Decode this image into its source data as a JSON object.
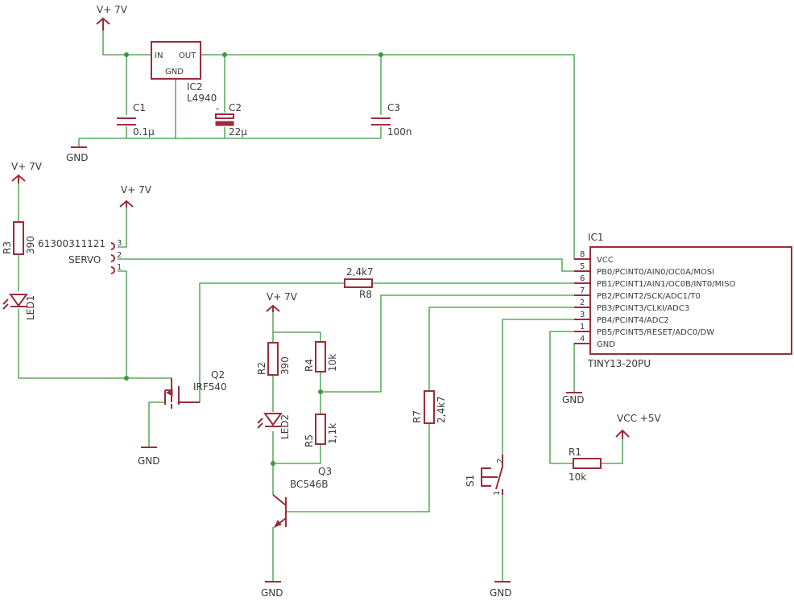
{
  "power": {
    "v7_label": "V+ 7V",
    "vcc5_label": "VCC +5V",
    "gnd_label": "GND"
  },
  "ic2": {
    "ref": "IC2",
    "value": "L4940",
    "pin_in": "IN",
    "pin_out": "OUT",
    "pin_gnd": "GND"
  },
  "c1": {
    "ref": "C1",
    "value": "0.1µ"
  },
  "c2": {
    "ref": "C2",
    "value": "22µ",
    "polarity": "-"
  },
  "c3": {
    "ref": "C3",
    "value": "100n"
  },
  "r1": {
    "ref": "R1",
    "value": "10k"
  },
  "r2": {
    "ref": "R2",
    "value": "390"
  },
  "r3": {
    "ref": "R3",
    "value": "390"
  },
  "r4": {
    "ref": "R4",
    "value": "10k"
  },
  "r5": {
    "ref": "R5",
    "value": "1,1k"
  },
  "r7": {
    "ref": "R7",
    "value": "2,4k7"
  },
  "r8": {
    "ref": "R8",
    "value": "2,4k7"
  },
  "led1": {
    "ref": "LED1"
  },
  "led2": {
    "ref": "LED2"
  },
  "q2": {
    "ref": "Q2",
    "value": "IRF540"
  },
  "q3": {
    "ref": "Q3",
    "value": "BC546B"
  },
  "s1": {
    "ref": "S1",
    "pin1": "1",
    "pin2": "2"
  },
  "servo": {
    "part": "61300311121",
    "name": "SERVO",
    "pins": [
      "3",
      "2",
      "1"
    ]
  },
  "ic1": {
    "ref": "IC1",
    "value": "TINY13-20PU",
    "pins": [
      {
        "num": "8",
        "name": "VCC"
      },
      {
        "num": "5",
        "name": "PB0/PCINT0/AIN0/OC0A/MOSI"
      },
      {
        "num": "6",
        "name": "PB1/PCINT1/AIN1/OC0B/INT0/MISO"
      },
      {
        "num": "7",
        "name": "PB2/PCINT2/SCK/ADC1/T0"
      },
      {
        "num": "2",
        "name": "PB3/PCINT3/CLKI/ADC3"
      },
      {
        "num": "3",
        "name": "PB4/PCINT4/ADC2"
      },
      {
        "num": "1",
        "name": "PB5/PCINT5/RESET/ADC0/DW"
      },
      {
        "num": "4",
        "name": "GND"
      }
    ]
  }
}
